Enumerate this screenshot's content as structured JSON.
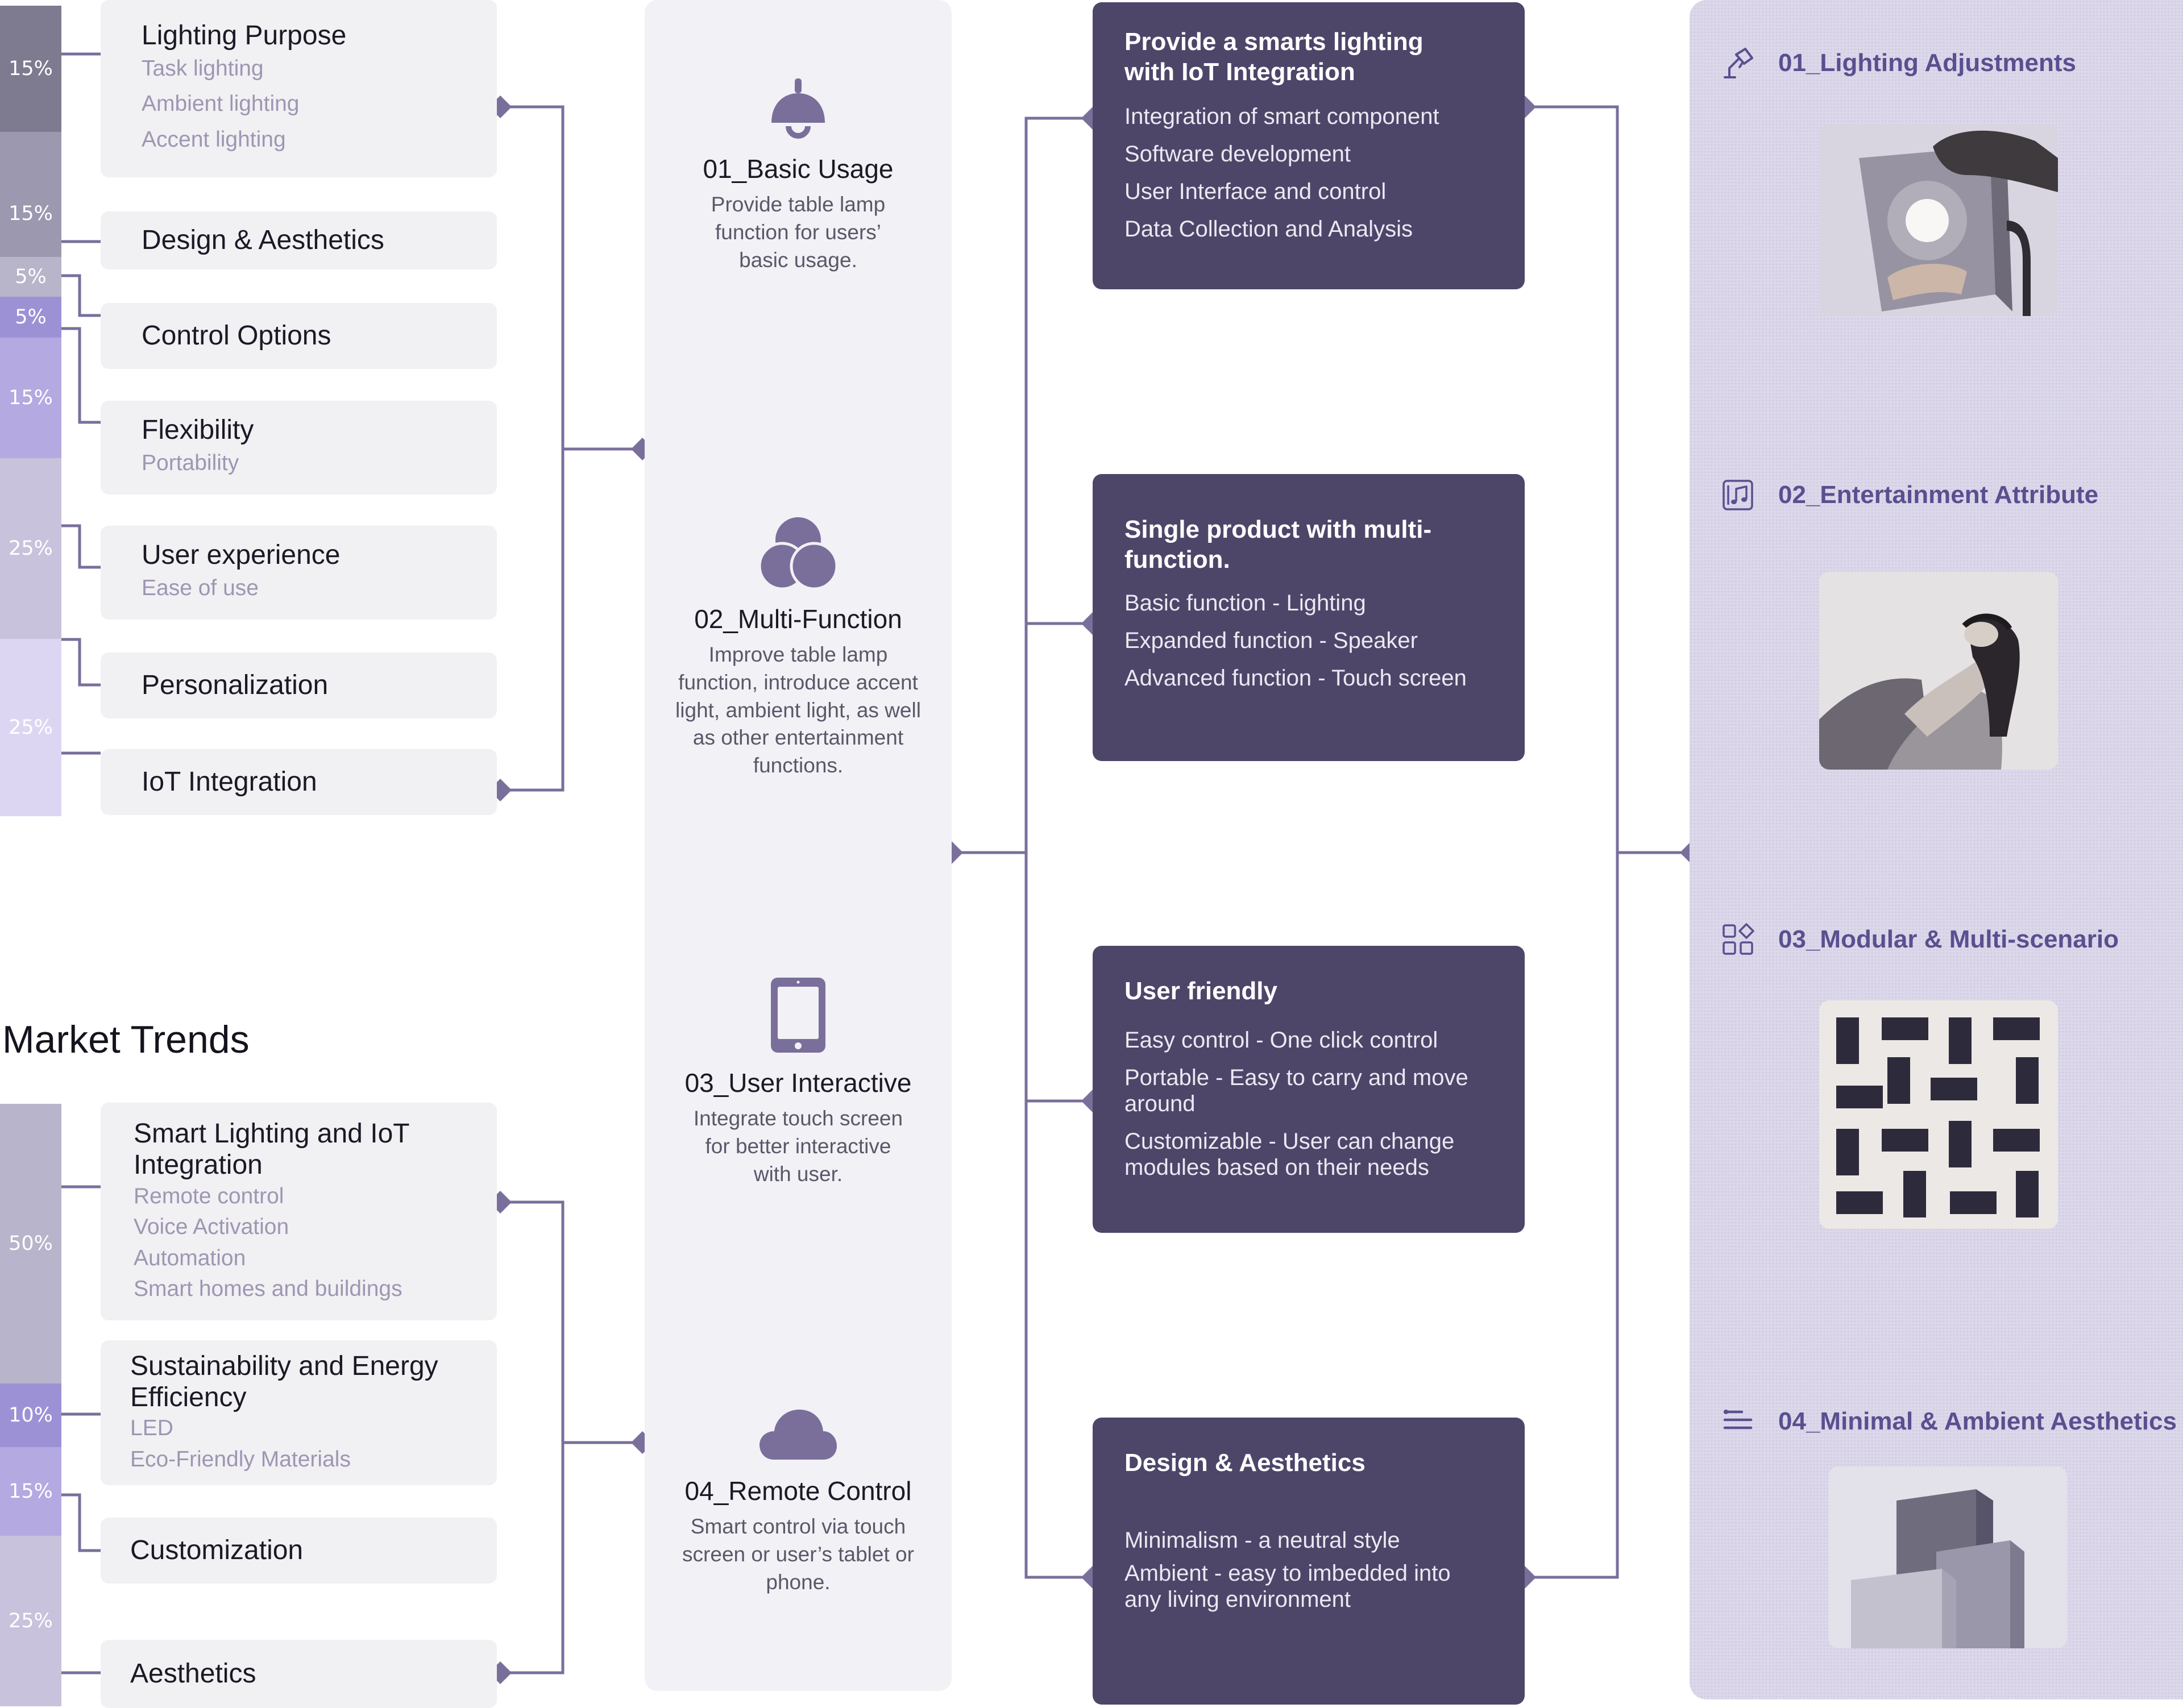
{
  "requirements": {
    "percentages": [
      "15%",
      "15%",
      "5%",
      "5%",
      "15%",
      "25%",
      "25%"
    ],
    "cards": [
      {
        "title": "Lighting Purpose",
        "sub": [
          "Task lighting",
          "Ambient lighting",
          "Accent lighting"
        ]
      },
      {
        "title": "Design & Aesthetics",
        "sub": []
      },
      {
        "title": "Control Options",
        "sub": []
      },
      {
        "title": "Flexibility",
        "sub": [
          "Portability"
        ]
      },
      {
        "title": "User experience",
        "sub": [
          "Ease of use"
        ]
      },
      {
        "title": "Personalization",
        "sub": []
      },
      {
        "title": "IoT Integration",
        "sub": []
      }
    ]
  },
  "market_trends": {
    "title": "Market Trends",
    "percentages": [
      "50%",
      "10%",
      "15%",
      "25%"
    ],
    "cards": [
      {
        "title": "Smart Lighting and IoT Integration",
        "sub": [
          "Remote control",
          "Voice Activation",
          "Automation",
          "Smart homes and buildings"
        ]
      },
      {
        "title": "Sustainability and Energy Efficiency",
        "sub": [
          "LED",
          "Eco-Friendly Materials"
        ]
      },
      {
        "title": "Customization",
        "sub": []
      },
      {
        "title": "Aesthetics",
        "sub": []
      }
    ]
  },
  "functions": [
    {
      "title": "01_Basic Usage",
      "desc": "Provide table lamp function for users’ basic usage.",
      "icon": "lamp-icon"
    },
    {
      "title": "02_Multi-Function",
      "desc": "Improve table lamp function, introduce accent light, ambient light, as well as other entertainment functions.",
      "icon": "circles-icon"
    },
    {
      "title": "03_User Interactive",
      "desc": "Integrate touch screen for better interactive with user.",
      "icon": "tablet-icon"
    },
    {
      "title": "04_Remote Control",
      "desc": "Smart control via touch screen or user’s tablet or phone.",
      "icon": "cloud-icon"
    }
  ],
  "solutions": [
    {
      "title": "Provide a smarts lighting with IoT Integration",
      "items": [
        "Integration of smart component",
        "Software development",
        "User Interface and control",
        "Data Collection and Analysis"
      ]
    },
    {
      "title": "Single product with multi-function.",
      "items": [
        "Basic function - Lighting",
        "Expanded function - Speaker",
        "Advanced function - Touch screen"
      ]
    },
    {
      "title": "User friendly",
      "items": [
        "Easy control - One click control",
        "Portable - Easy to carry and move around",
        "Customizable - User can change modules  based on their needs"
      ]
    },
    {
      "title": "Design & Aesthetics",
      "items": [
        "Minimalism - a neutral style",
        "Ambient - easy to imbedded into any living environment"
      ]
    }
  ],
  "features": [
    {
      "title": "01_Lighting Adjustments",
      "icon": "desk-lamp-icon"
    },
    {
      "title": "02_Entertainment Attribute",
      "icon": "music-note-icon"
    },
    {
      "title": "03_Modular & Multi-scenario",
      "icon": "modules-icon"
    },
    {
      "title": "04_Minimal & Ambient Aesthetics",
      "icon": "lines-icon"
    }
  ],
  "colors": {
    "accent": "#7a6f9b",
    "dark_card": "#4d4669",
    "feature_text": "#5a4f8f",
    "panel": "#dcd8ea"
  }
}
